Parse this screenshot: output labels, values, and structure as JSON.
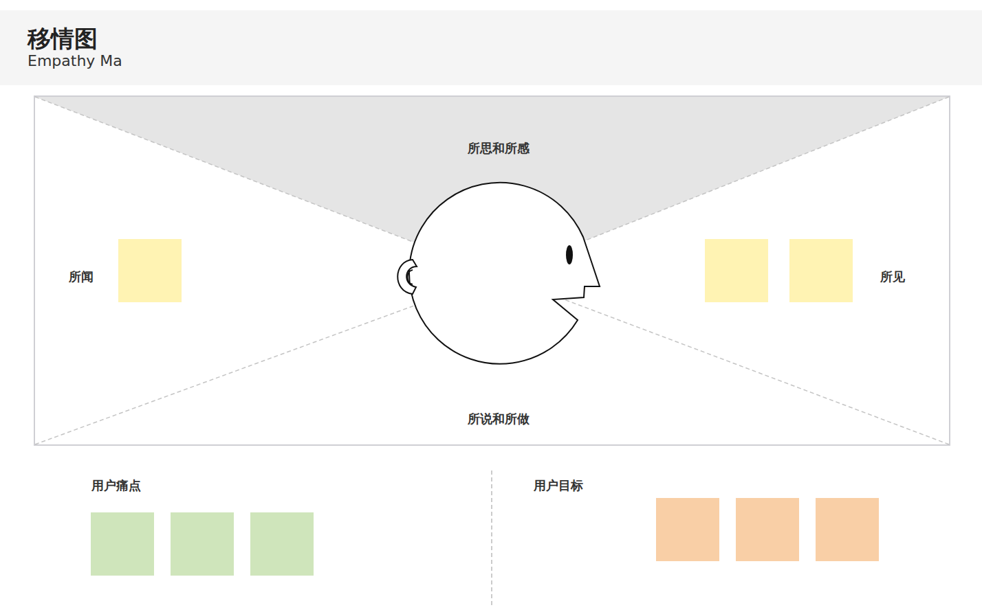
{
  "diagram": {
    "title": "移情图",
    "labels": [
      "Empathy Ma",
      "所思和所感",
      "所闻",
      "所见",
      "所说和所做",
      "用户痛点",
      "用户目标"
    ]
  }
}
